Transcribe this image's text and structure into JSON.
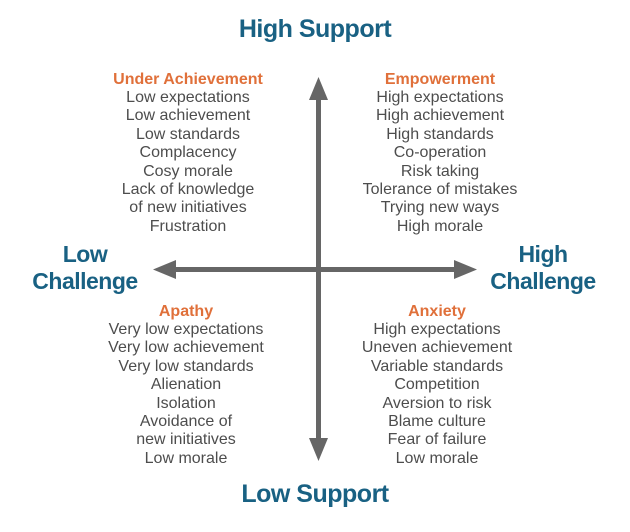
{
  "colors": {
    "teal": "#196183",
    "orange": "#E0703A",
    "text": "#4D4D4D",
    "arrow": "#666666"
  },
  "axes": {
    "top": "High Support",
    "bottom": "Low Support",
    "left": [
      "Low",
      "Challenge"
    ],
    "right": [
      "High",
      "Challenge"
    ]
  },
  "quadrants": [
    {
      "id": "under-achievement",
      "title": "Under Achievement",
      "items": [
        "Low expectations",
        "Low achievement",
        "Low standards",
        "Complacency",
        "Cosy morale",
        "Lack of knowledge",
        "of new initiatives",
        "Frustration"
      ]
    },
    {
      "id": "empowerment",
      "title": "Empowerment",
      "items": [
        "High expectations",
        "High achievement",
        "High standards",
        "Co-operation",
        "Risk taking",
        "Tolerance of mistakes",
        "Trying new ways",
        "High morale"
      ]
    },
    {
      "id": "apathy",
      "title": "Apathy",
      "items": [
        "Very low expectations",
        "Very low achievement",
        "Very low standards",
        "Alienation",
        "Isolation",
        "Avoidance of",
        "new initiatives",
        "Low morale"
      ]
    },
    {
      "id": "anxiety",
      "title": "Anxiety",
      "items": [
        "High expectations",
        "Uneven achievement",
        "Variable standards",
        "Competition",
        "Aversion to risk",
        "Blame culture",
        "Fear of failure",
        "Low morale"
      ]
    }
  ]
}
